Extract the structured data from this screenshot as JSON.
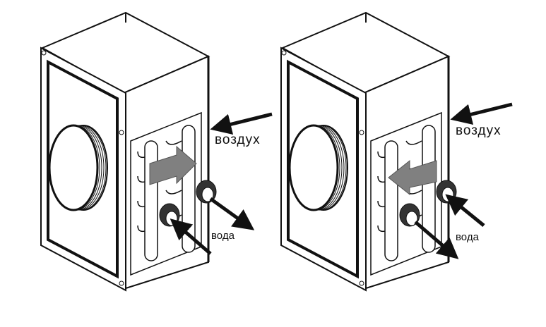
{
  "units": [
    {
      "air_label": "воздух",
      "water_label": "вода",
      "air_flow": "left-to-right"
    },
    {
      "air_label": "воздух",
      "water_label": "вода",
      "air_flow": "right-to-left"
    }
  ],
  "colors": {
    "line": "#111111",
    "shaded_arrow": "#808080"
  }
}
